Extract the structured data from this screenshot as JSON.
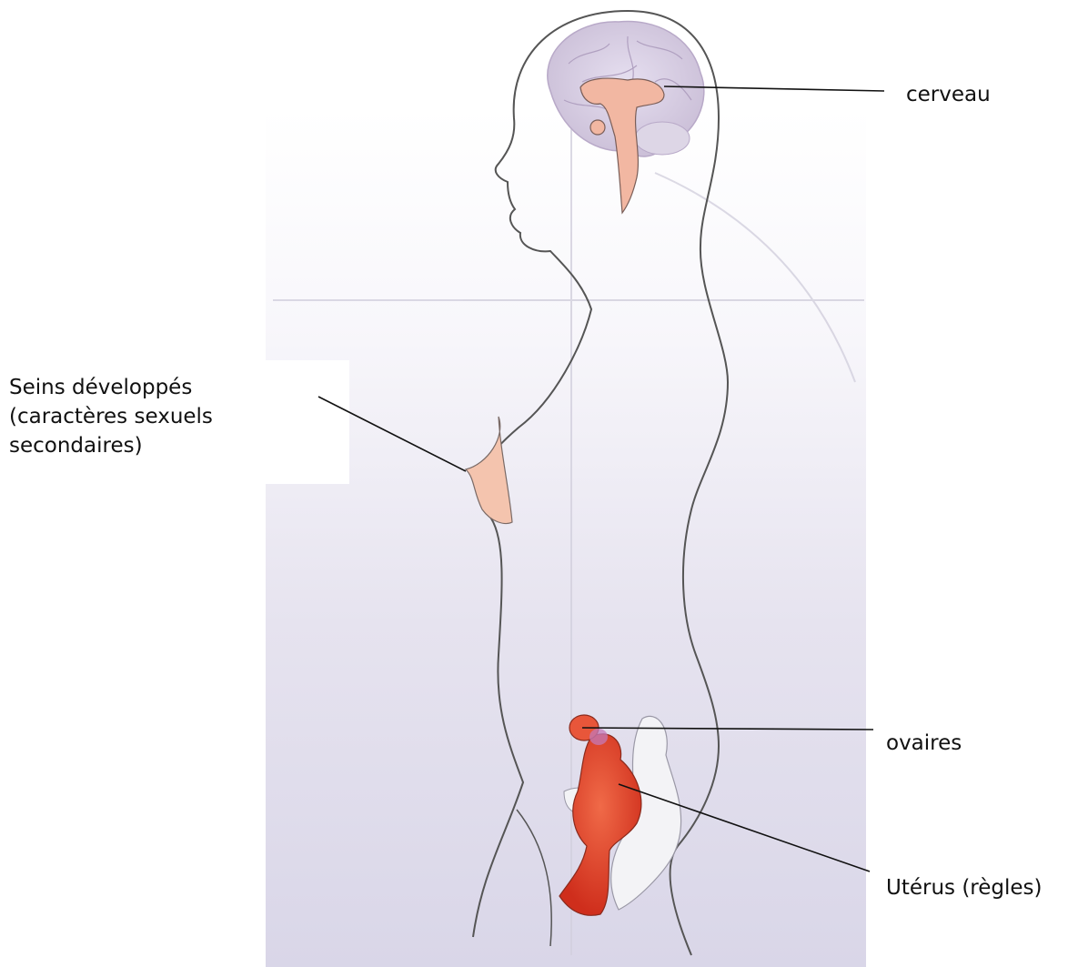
{
  "labels": {
    "brain": "cerveau",
    "breasts": [
      "Seins développés",
      "(caractères sexuels",
      "secondaires)"
    ],
    "ovaries": "ovaires",
    "uterus": "Utérus (règles)"
  },
  "colors": {
    "background_tint": "#e4e2ee",
    "body_outline": "#555555",
    "brain": "#d7cde0",
    "hypothalamus_pituitary": "#f2b7a2",
    "breast": "#f4c4ae",
    "uterus": "#e2462c",
    "pelvis_bone": "#f2f2f4"
  }
}
